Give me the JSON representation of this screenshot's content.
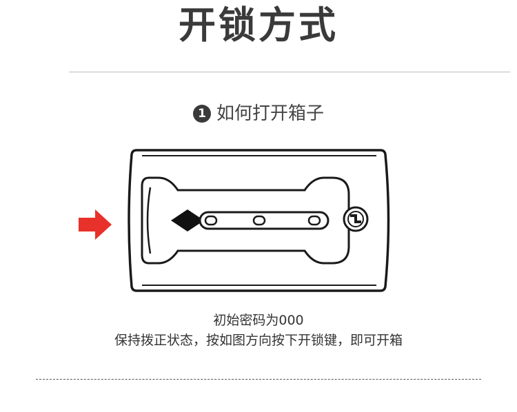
{
  "title": "开锁方式",
  "step": {
    "number": "1",
    "label": "如何打开箱子"
  },
  "captions": {
    "line1": "初始密码为000",
    "line2": "保持拨正状态，按如图方向按下开锁键，即可开箱"
  },
  "colors": {
    "arrow": "#e8312a",
    "outline": "#1a1a1a",
    "text": "#333333"
  },
  "icons": {
    "arrow": "arrow-right-icon",
    "diamond": "diamond-icon",
    "release": "release-button-icon"
  }
}
